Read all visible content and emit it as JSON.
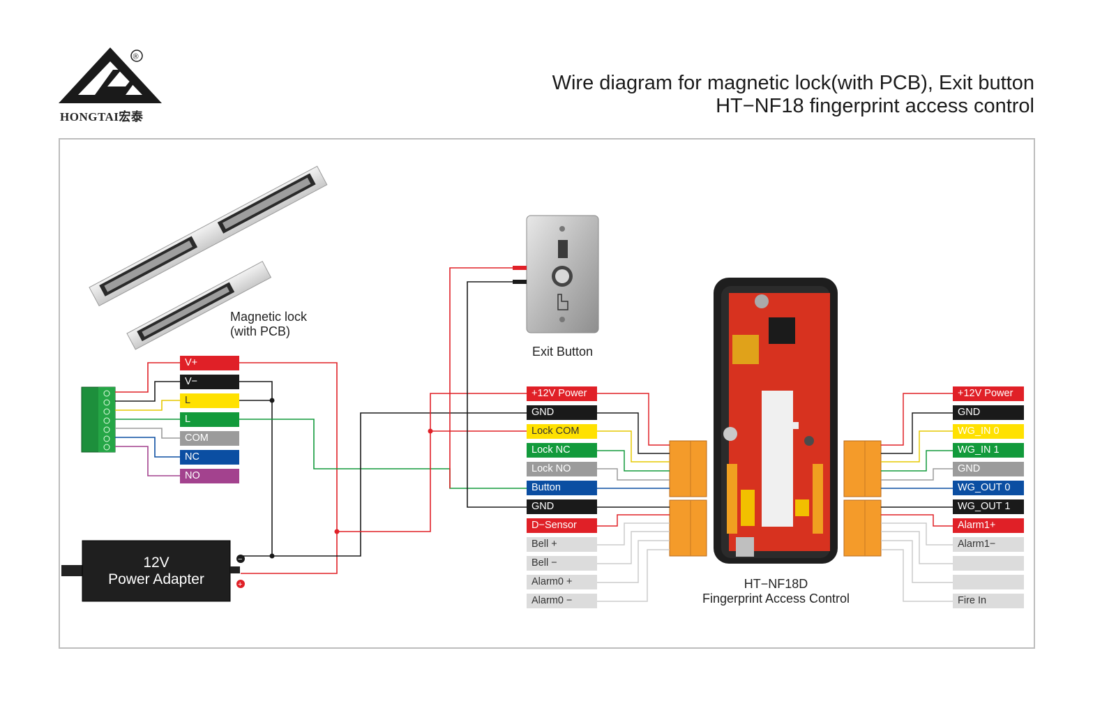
{
  "brand": {
    "name": "HONGTAI宏泰",
    "registered": "®"
  },
  "title": {
    "line1": "Wire diagram for magnetic lock(with PCB), Exit button",
    "line2": "HT−NF18 fingerprint access control"
  },
  "captions": {
    "maglock_line1": "Magnetic lock",
    "maglock_line2": "(with PCB)",
    "exit_button": "Exit Button",
    "device_line1": "HT−NF18D",
    "device_line2": "Fingerprint Access Control",
    "adapter_line1": "12V",
    "adapter_line2": "Power Adapter"
  },
  "maglock_terminals": [
    {
      "label": "V+",
      "color": "#e02027"
    },
    {
      "label": "V−",
      "color": "#1a1a1a"
    },
    {
      "label": "L",
      "color": "#ffe100"
    },
    {
      "label": "L",
      "color": "#129a3b"
    },
    {
      "label": "COM",
      "color": "#9b9b9b"
    },
    {
      "label": "NC",
      "color": "#0b4ea2"
    },
    {
      "label": "NO",
      "color": "#a3428e"
    }
  ],
  "left_terminals": [
    {
      "label": "+12V Power",
      "color": "#e02027"
    },
    {
      "label": "GND",
      "color": "#1a1a1a"
    },
    {
      "label": "Lock COM",
      "color": "#ffe100"
    },
    {
      "label": "Lock NC",
      "color": "#129a3b"
    },
    {
      "label": "Lock NO",
      "color": "#9b9b9b"
    },
    {
      "label": "Button",
      "color": "#0b4ea2"
    },
    {
      "label": "GND",
      "color": "#1a1a1a"
    },
    {
      "label": "D−Sensor",
      "color": "#e02027"
    },
    {
      "label": "Bell +",
      "color": "#dcdcdc"
    },
    {
      "label": "Bell −",
      "color": "#dcdcdc"
    },
    {
      "label": "Alarm0 +",
      "color": "#dcdcdc"
    },
    {
      "label": "Alarm0 −",
      "color": "#dcdcdc"
    }
  ],
  "right_terminals": [
    {
      "label": "+12V Power",
      "color": "#e02027"
    },
    {
      "label": "GND",
      "color": "#1a1a1a"
    },
    {
      "label": "WG_IN 0",
      "color": "#ffe100"
    },
    {
      "label": "WG_IN 1",
      "color": "#129a3b"
    },
    {
      "label": "GND",
      "color": "#9b9b9b"
    },
    {
      "label": "WG_OUT 0",
      "color": "#0b4ea2"
    },
    {
      "label": "WG_OUT 1",
      "color": "#1a1a1a"
    },
    {
      "label": "Alarm1+",
      "color": "#e02027"
    },
    {
      "label": "Alarm1−",
      "color": "#dcdcdc"
    },
    {
      "label": "",
      "color": "#dcdcdc"
    },
    {
      "label": "",
      "color": "#dcdcdc"
    },
    {
      "label": "Fire In",
      "color": "#dcdcdc"
    }
  ],
  "polarity": {
    "negative": "−",
    "positive": "+"
  }
}
